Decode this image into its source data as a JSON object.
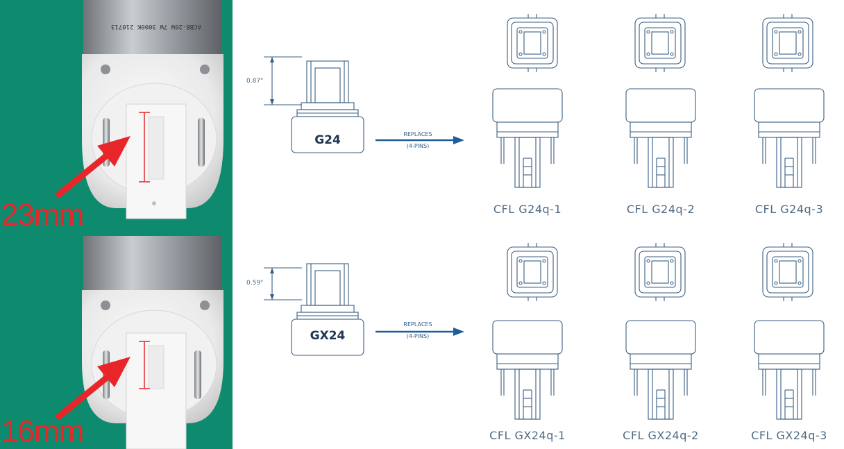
{
  "colors": {
    "photo_background": "#0e8a6e",
    "arrow_red": "#e8262a",
    "line_art": "#3a5d80",
    "arrow_blue": "#1f5d99"
  },
  "photos": {
    "top_measurement": "23mm",
    "bottom_measurement": "16mm",
    "label_print": "ACBB-26W 7W 3000K 210713"
  },
  "g24_row": {
    "height": "0.87\"",
    "base": "G24",
    "replaces_line1": "REPLACES",
    "replaces_line2": "(4-PINS)",
    "models": [
      "CFL G24q-1",
      "CFL G24q-2",
      "CFL G24q-3"
    ]
  },
  "gx24_row": {
    "height": "0.59\"",
    "base": "GX24",
    "replaces_line1": "REPLACES",
    "replaces_line2": "(4-PINS)",
    "models": [
      "CFL GX24q-1",
      "CFL GX24q-2",
      "CFL GX24q-3"
    ]
  }
}
